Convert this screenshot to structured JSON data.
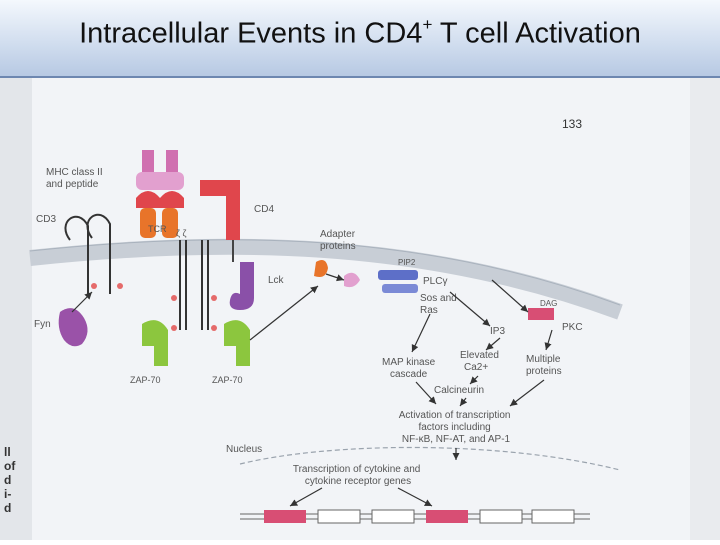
{
  "slide": {
    "title_prefix": "Intracellular Events in CD4",
    "title_superscript": "+",
    "title_suffix": " T cell Activation"
  },
  "figure": {
    "page_number": "133",
    "labels": {
      "mhc": [
        "MHC class II",
        "and peptide"
      ],
      "tcr": "TCR",
      "cd4": "CD4",
      "cd3": "CD3",
      "zeta": "ζ ζ",
      "adapter": [
        "Adapter",
        "proteins"
      ],
      "lck": "Lck",
      "pip2": "PIP2",
      "plc": "PLCγ",
      "sos": [
        "Sos and",
        "Ras"
      ],
      "dag": "DAG",
      "pkc": "PKC",
      "fyn": "Fyn",
      "ip3": "IP3",
      "zap_left": "ZAP-70",
      "zap_right": "ZAP-70",
      "map": [
        "MAP kinase",
        "cascade"
      ],
      "elevated": [
        "Elevated",
        "Ca2+"
      ],
      "multiple": [
        "Multiple",
        "proteins"
      ],
      "calcineurin": "Calcineurin",
      "activation": [
        "Activation of transcription",
        "factors including",
        "NF-κB, NF-AT, and AP-1"
      ],
      "nucleus": "Nucleus",
      "transcription": [
        "Transcription of cytokine and",
        "cytokine receptor genes"
      ],
      "margin_letters": [
        "ll",
        "of",
        "d",
        "i-",
        "d"
      ]
    }
  },
  "colors": {
    "title_text": "#111111",
    "membrane": "#c8ced6",
    "mhc": "#d070b0",
    "tcr": "#e8742a",
    "cd4": "#e0464c",
    "zap": "#8cc63e",
    "lck": "#8a50a8",
    "fyn": "#9a52a8",
    "plc": "#5d6fc8",
    "pkc": "#d84e74",
    "label_text": "#555555",
    "arrow": "#333333",
    "dna_exon": "#d84e74"
  }
}
